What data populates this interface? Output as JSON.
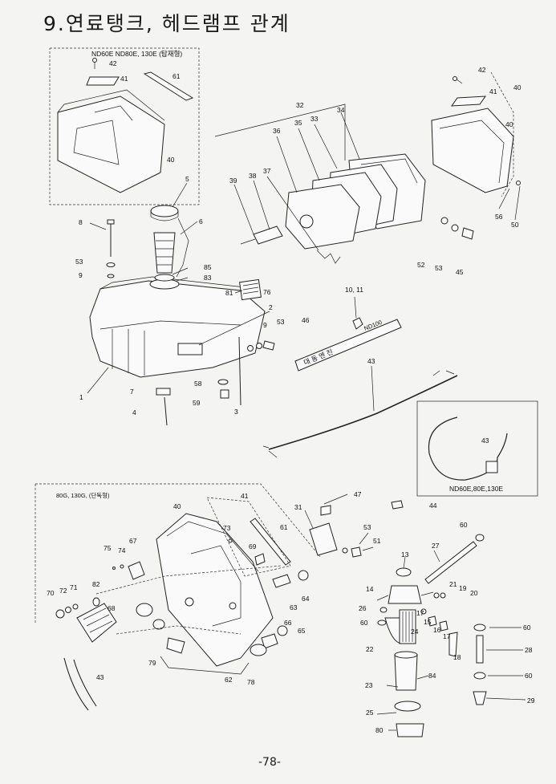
{
  "title": "9.연료탱크,  헤드램프 관계",
  "page_number": "-78-",
  "boxes": {
    "top_left": "ND60E ND80E, 130E (탑재형)",
    "bottom_left": "80G, 130G, (단독형)",
    "harness_inset": "ND60E,80E,130E"
  },
  "decal_text": "대 동 엔 진",
  "decal_model": "ND100",
  "callouts": {
    "c1": "1",
    "c2": "2",
    "c3": "3",
    "c4": "4",
    "c5": "5",
    "c6": "6",
    "c7": "7",
    "c8": "8",
    "c9a": "9",
    "c9b": "9",
    "c1011": "10, 11",
    "c13": "13",
    "c14": "14",
    "c15": "15",
    "c16": "16",
    "c17a": "17",
    "c17b": "17",
    "c18": "18",
    "c19": "19",
    "c20": "20",
    "c21": "21",
    "c22": "22",
    "c23": "23",
    "c24": "24",
    "c25": "25",
    "c26": "26",
    "c27": "27",
    "c28": "28",
    "c29": "29",
    "c31": "31",
    "c32": "32",
    "c33": "33",
    "c34": "34",
    "c35": "35",
    "c36": "36",
    "c37": "37",
    "c38": "38",
    "c39": "39",
    "c40a": "40",
    "c40b": "40",
    "c40c": "40",
    "c40d": "40",
    "c41a": "41",
    "c41b": "41",
    "c41c": "41",
    "c42a": "42",
    "c42b": "42",
    "c43a": "43",
    "c43b": "43",
    "c43c": "43",
    "c44": "44",
    "c45": "45",
    "c46": "46",
    "c47": "47",
    "c50": "50",
    "c51": "51",
    "c52": "52",
    "c53a": "53",
    "c53b": "53",
    "c53c": "53",
    "c53d": "53",
    "c56": "56",
    "c58": "58",
    "c59": "59",
    "c60a": "60",
    "c60b": "60",
    "c60c": "60",
    "c60d": "60",
    "c61a": "61",
    "c61b": "61",
    "c62": "62",
    "c63": "63",
    "c64": "64",
    "c65": "65",
    "c66": "66",
    "c67": "67",
    "c68": "68",
    "c69": "69",
    "c70": "70",
    "c71": "71",
    "c72": "72",
    "c73": "73",
    "c74": "74",
    "c75": "75",
    "c76": "76",
    "c78": "78",
    "c79": "79",
    "c80": "80",
    "c81": "81",
    "c82": "82",
    "c83": "83",
    "c84": "84",
    "c85": "85"
  }
}
